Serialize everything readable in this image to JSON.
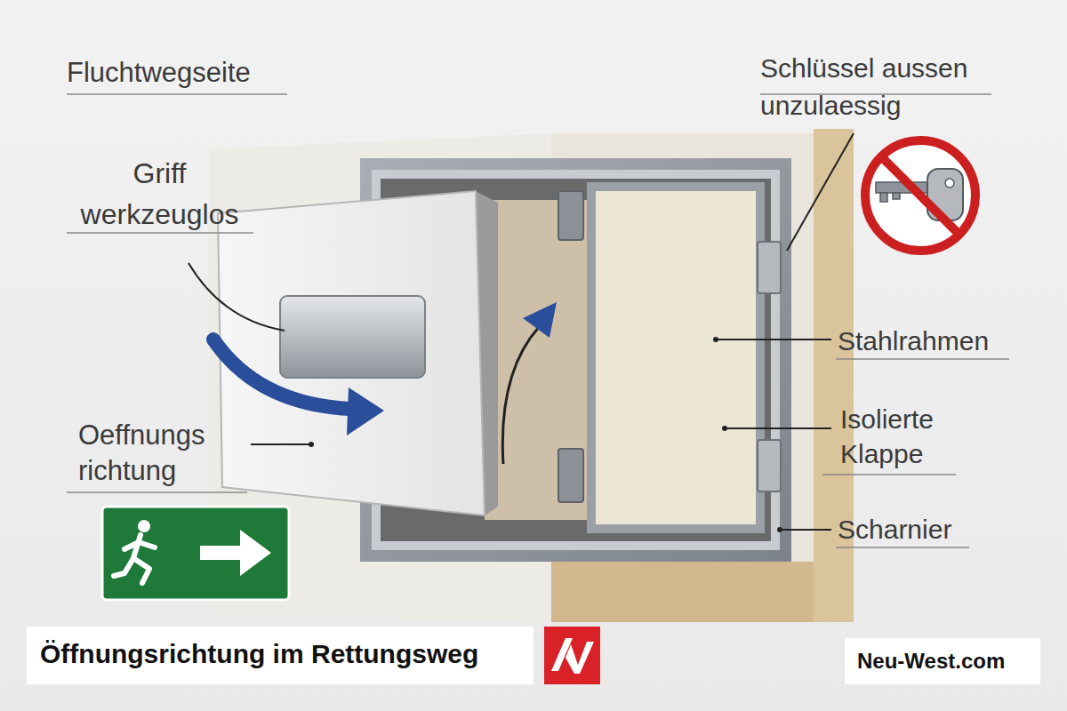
{
  "diagram": {
    "caption": "Öffnungsrichtung im Rettungsweg",
    "labels": [
      "Fluchtwegseite",
      "Griff werkzeuglos",
      "Oeffnungs richtung",
      "Schlüssel aussen unzulaessig",
      "Stahlrahmen",
      "Isolierte Klappe",
      "Scharnier",
      "Neu-West.com"
    ]
  }
}
